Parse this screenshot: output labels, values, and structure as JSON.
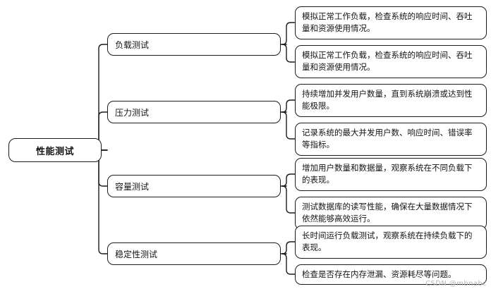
{
  "diagram": {
    "type": "mindmap",
    "title": "性能测试",
    "root": {
      "label": "性能测试"
    },
    "branches": [
      {
        "label": "负载测试",
        "leaves": [
          {
            "text": "模拟正常工作负载，检查系统的响应时间、吞吐量和资源使用情况。"
          },
          {
            "text": "模拟正常工作负载，检查系统的响应时间、吞吐量和资源使用情况。"
          }
        ]
      },
      {
        "label": "压力测试",
        "leaves": [
          {
            "text": "持续增加并发用户数量，直到系统崩溃或达到性能极限。"
          },
          {
            "text": "记录系统的最大并发用户数、响应时间、错误率等指标。"
          }
        ]
      },
      {
        "label": "容量测试",
        "leaves": [
          {
            "text": "增加用户数量和数据量，观察系统在不同负载下的表现。"
          },
          {
            "text": "测试数据库的读写性能，确保在大量数据情况下依然能够高效运行。"
          }
        ]
      },
      {
        "label": "稳定性测试",
        "leaves": [
          {
            "text": "长时间运行负载测试，观察系统在持续负载下的表现。"
          },
          {
            "text": "检查是否存在内存泄漏、资源耗尽等问题。"
          }
        ]
      }
    ]
  },
  "watermark": {
    "text": "CSDN @mbnabc"
  },
  "colors": {
    "stroke": "#1b1b1b",
    "node_fill": "#ffffff",
    "text": "#141414",
    "watermark": "#b9b9b9",
    "background": "#ffffff"
  }
}
